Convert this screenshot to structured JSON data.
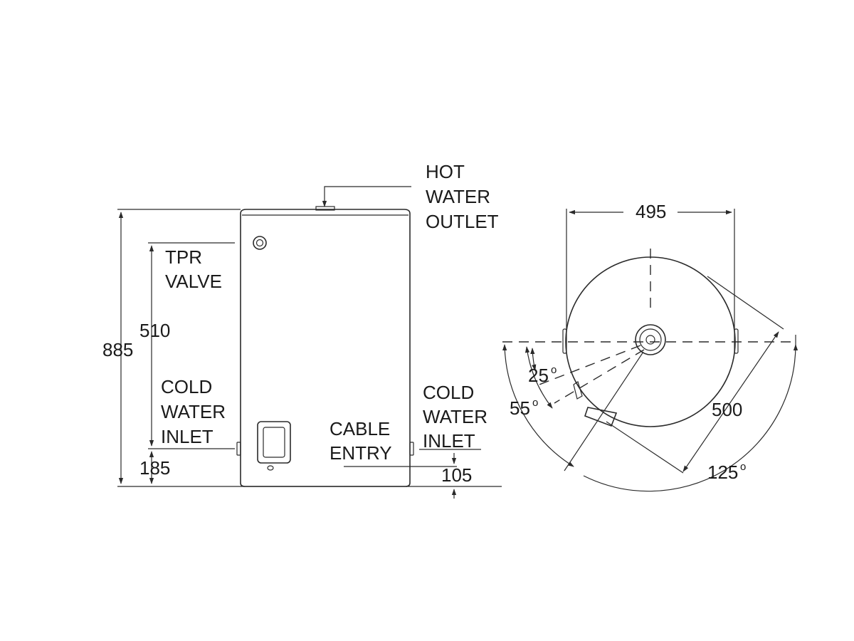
{
  "labels": {
    "hot_water_outlet": [
      "HOT",
      "WATER",
      "OUTLET"
    ],
    "tpr_valve": [
      "TPR",
      "VALVE"
    ],
    "cold_water_inlet_left": [
      "COLD",
      "WATER",
      "INLET"
    ],
    "cable_entry": [
      "CABLE",
      "ENTRY"
    ],
    "cold_water_inlet_right": [
      "COLD",
      "WATER",
      "INLET"
    ]
  },
  "dimensions": {
    "height_total": "885",
    "tpr_to_inlet": "510",
    "inlet_height": "185",
    "cable_entry_height": "105",
    "diameter": "495",
    "depth_diagonal": "500"
  },
  "angles": {
    "angle_25": "25",
    "angle_55": "55",
    "angle_125": "125",
    "degree_symbol": "o"
  }
}
